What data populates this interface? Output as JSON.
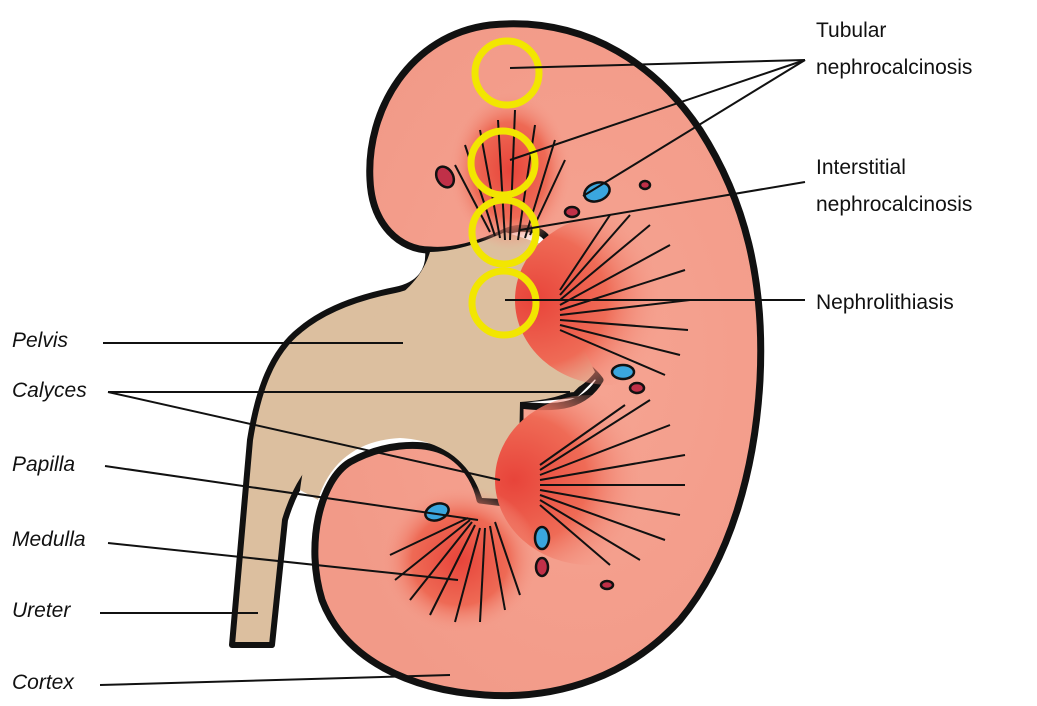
{
  "labels": {
    "right": {
      "tubular_line1": "Tubular",
      "tubular_line2": "nephrocalcinosis",
      "interstitial_line1": "Interstitial",
      "interstitial_line2": "nephrocalcinosis",
      "nephrolithiasis": "Nephrolithiasis"
    },
    "left": {
      "pelvis": "Pelvis",
      "calyces": "Calyces",
      "papilla": "Papilla",
      "medulla": "Medulla",
      "ureter": "Ureter",
      "cortex": "Cortex"
    }
  },
  "markers": {
    "count": 4,
    "color": "#f2e600"
  },
  "colors": {
    "cortex": "#f5a08f",
    "medulla": "#e8503a",
    "pelvis": "#dcbf9f",
    "outline": "#111111",
    "vessel_blue": "#3aa6de",
    "vessel_red": "#c03048"
  }
}
